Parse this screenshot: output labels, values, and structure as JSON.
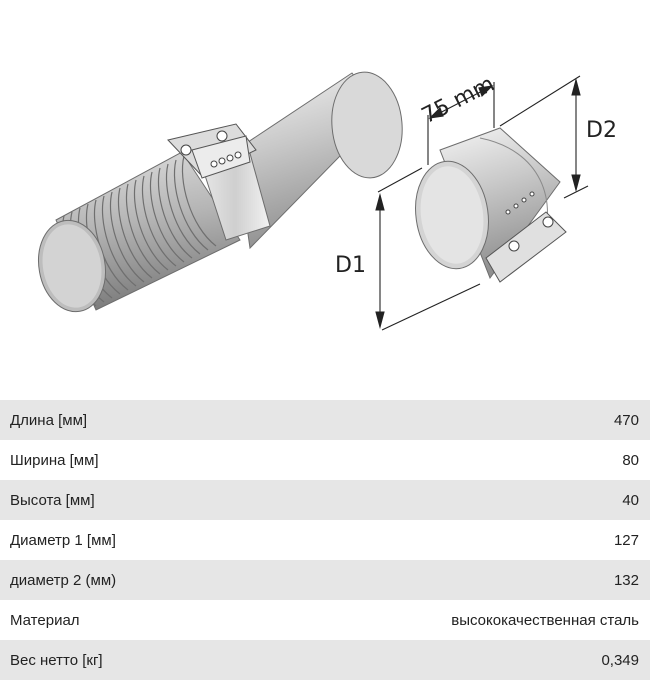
{
  "figure": {
    "dimension_length": "75 mm",
    "label_d1": "D1",
    "label_d2": "D2"
  },
  "specs": [
    {
      "label": "Длина [мм]",
      "value": "470"
    },
    {
      "label": "Ширина [мм]",
      "value": "80"
    },
    {
      "label": "Высота [мм]",
      "value": "40"
    },
    {
      "label": "Диаметр 1 [мм]",
      "value": "127"
    },
    {
      "label": "диаметр 2 (мм)",
      "value": "132"
    },
    {
      "label": "Материал",
      "value": "высококачественная сталь"
    },
    {
      "label": "Вес нетто [кг]",
      "value": "0,349"
    }
  ]
}
